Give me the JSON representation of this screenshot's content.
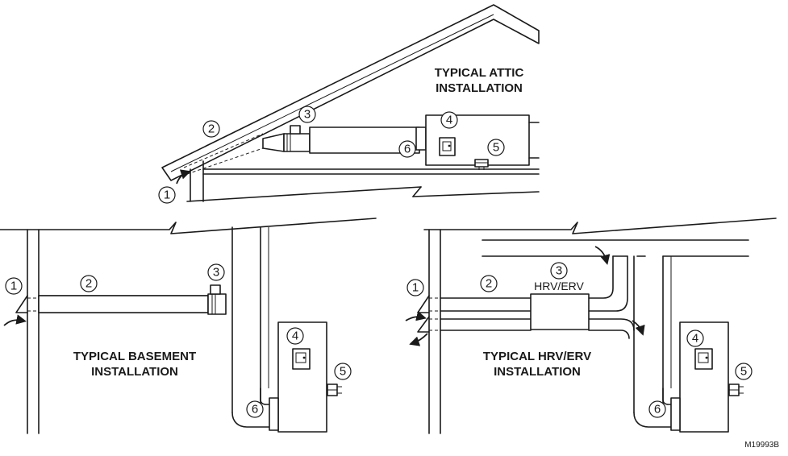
{
  "panels": {
    "attic": {
      "title_line1": "TYPICAL ATTIC",
      "title_line2": "INSTALLATION",
      "callouts": [
        "1",
        "2",
        "3",
        "4",
        "5",
        "6"
      ]
    },
    "basement": {
      "title_line1": "TYPICAL BASEMENT",
      "title_line2": "INSTALLATION",
      "callouts": [
        "1",
        "2",
        "3",
        "4",
        "5",
        "6"
      ]
    },
    "hrv": {
      "title_line1": "TYPICAL HRV/ERV",
      "title_line2": "INSTALLATION",
      "unit_label": "HRV/ERV",
      "callouts": [
        "1",
        "2",
        "3",
        "4",
        "5",
        "6"
      ]
    }
  },
  "figure_code": "M19993B"
}
